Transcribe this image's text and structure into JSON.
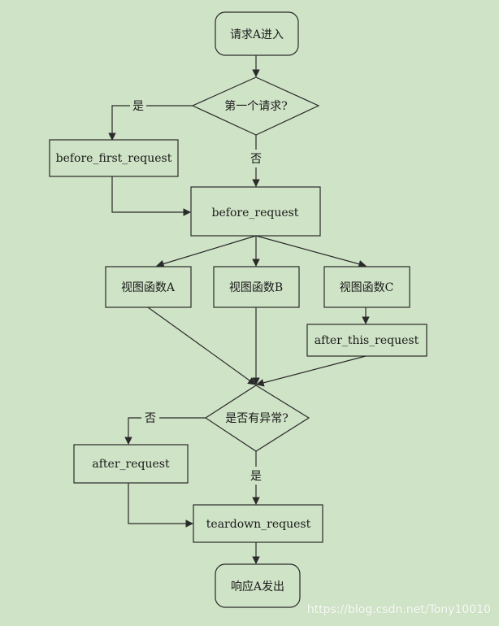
{
  "diagram": {
    "nodes": {
      "start": "请求A进入",
      "decision_first": "第一个请求?",
      "before_first_request": "before_first_request",
      "before_request": "before_request",
      "view_a": "视图函数A",
      "view_b": "视图函数B",
      "view_c": "视图函数C",
      "after_this_request": "after_this_request",
      "decision_exception": "是否有异常?",
      "after_request": "after_request",
      "teardown_request": "teardown_request",
      "end": "响应A发出"
    },
    "edge_labels": {
      "first_yes": "是",
      "first_no": "否",
      "exception_no": "否",
      "exception_yes": "是"
    }
  },
  "watermark": "https://blog.csdn.net/Tony10010"
}
